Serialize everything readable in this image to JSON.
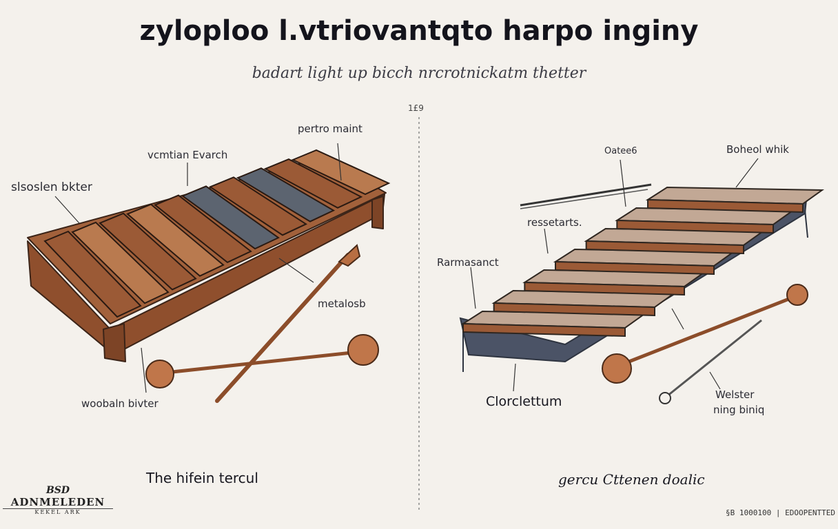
{
  "header": {
    "title": "zyloplоо l.vtrіоvantqto harpo inginy",
    "subtitle": "badart light up bicch nrcrotnickatm thetter"
  },
  "divider_label": "1£9",
  "left_panel": {
    "labels": {
      "top_right": "pertro maint",
      "top_center": "vcmtian Evarch",
      "left": "slsoslen bkter",
      "middle": "metalosb",
      "bottom": "woobaln bivter"
    },
    "caption": "The hifein tercul"
  },
  "right_panel": {
    "labels": {
      "top_left": "Oatee6",
      "top_right": "Boheol whik",
      "upper_left": "ressetarts.",
      "left": "Rarmasanct",
      "bottom": "Clorclettum",
      "bottom_right_1": "Welster",
      "bottom_right_2": "ning biniq"
    },
    "caption": "gercu Cttenen doalic"
  },
  "footer": {
    "logo_mark": "BSD",
    "logo_name": "ADNMELEDEN",
    "logo_small": "KEKEL  ARK",
    "credit": "§B 1000100 | EDOOPENTTED"
  },
  "colors": {
    "wood": "#9b5a36",
    "wood_light": "#b97a4f",
    "bar_gray": "#5c6470",
    "bar_light": "#c2a895",
    "frame_dark": "#3f4656",
    "mallet_head": "#c0764a",
    "ink": "#222222"
  }
}
